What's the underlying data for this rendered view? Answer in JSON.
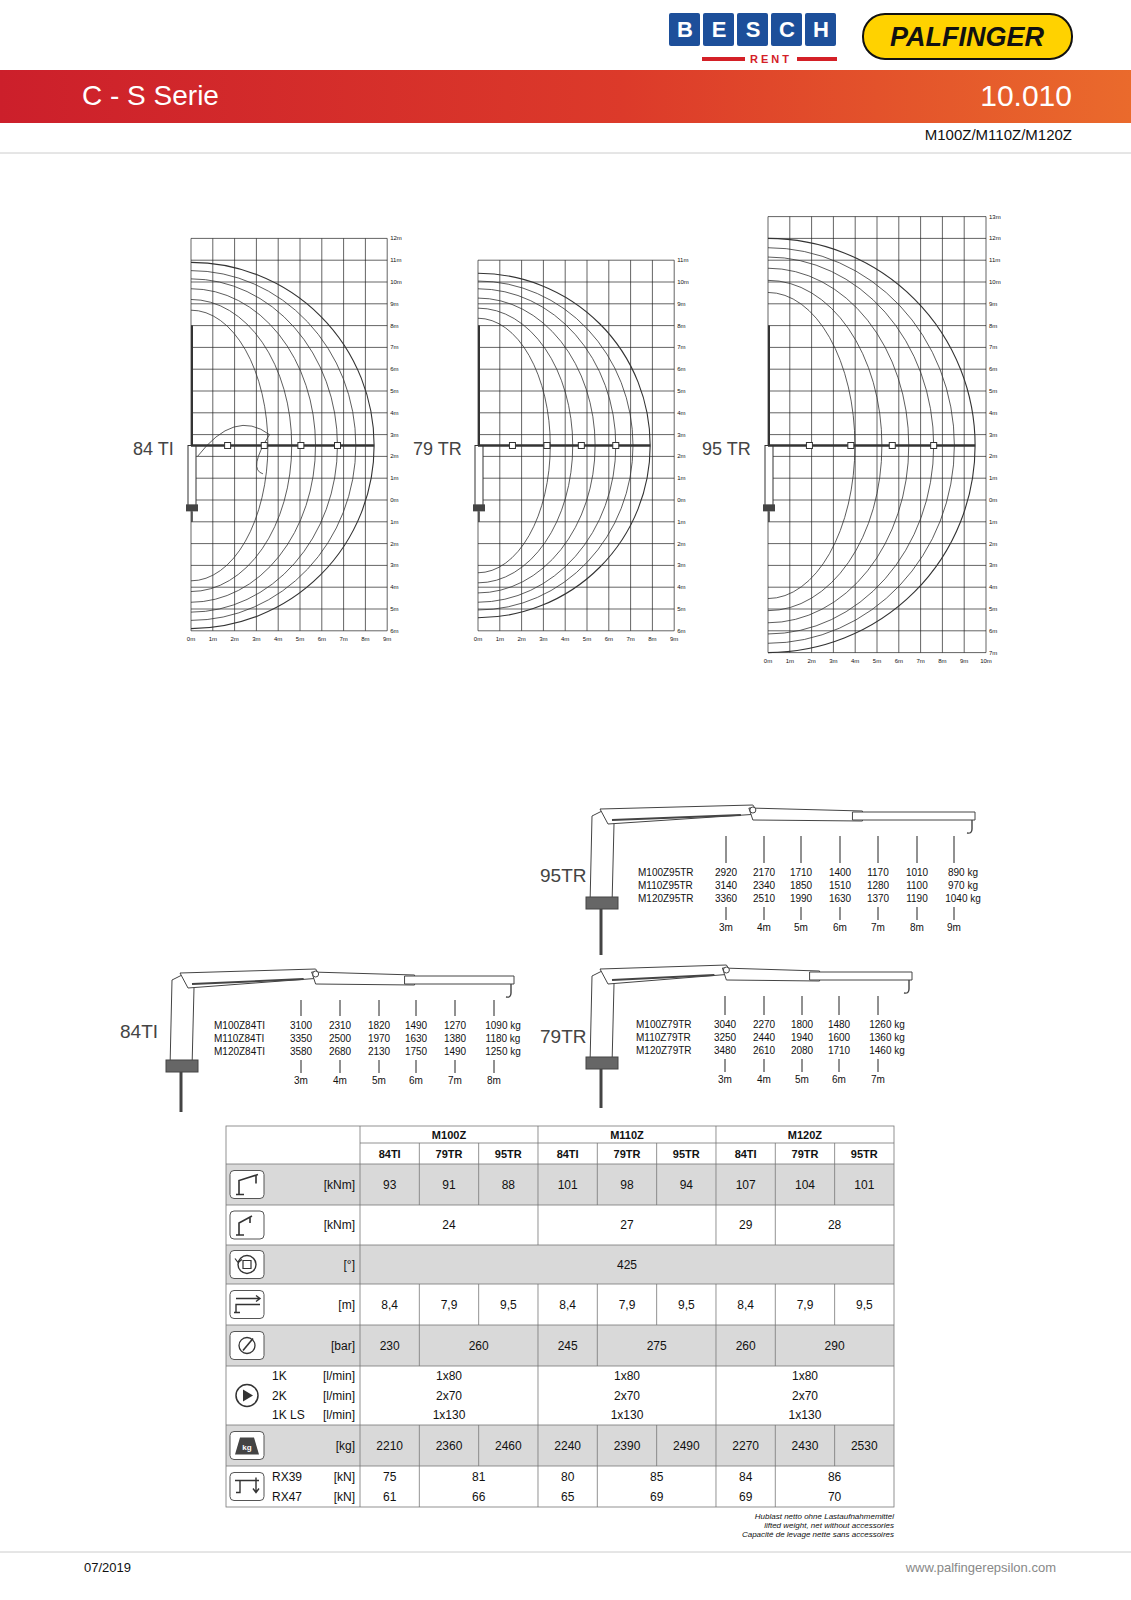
{
  "diagram": {
    "title": "C - S Serie",
    "labels": [
      "10.010",
      "M100Z/M110Z/M120Z",
      "B",
      "E",
      "S",
      "C",
      "H",
      "RENT",
      "PALFINGER",
      "84 TI",
      "79 TR",
      "95 TR",
      "12m",
      "11m",
      "10m",
      "9m",
      "8m",
      "7m",
      "6m",
      "5m",
      "4m",
      "3m",
      "2m",
      "1m",
      "0m",
      "1m",
      "2m",
      "3m",
      "4m",
      "5m",
      "6m",
      "0m",
      "1m",
      "2m",
      "3m",
      "4m",
      "5m",
      "6m",
      "7m",
      "8m",
      "9m",
      "11m",
      "10m",
      "9m",
      "8m",
      "7m",
      "6m",
      "5m",
      "4m",
      "3m",
      "2m",
      "1m",
      "0m",
      "1m",
      "2m",
      "3m",
      "4m",
      "5m",
      "6m",
      "0m",
      "1m",
      "2m",
      "3m",
      "4m",
      "5m",
      "6m",
      "7m",
      "8m",
      "9m",
      "13m",
      "12m",
      "11m",
      "10m",
      "9m",
      "8m",
      "7m",
      "6m",
      "5m",
      "4m",
      "3m",
      "2m",
      "1m",
      "0m",
      "1m",
      "2m",
      "3m",
      "4m",
      "5m",
      "6m",
      "7m",
      "0m",
      "1m",
      "2m",
      "3m",
      "4m",
      "5m",
      "6m",
      "7m",
      "8m",
      "9m",
      "10m",
      "95TR",
      "M100Z95TR",
      "2920",
      "2170",
      "1710",
      "1400",
      "1170",
      "1010",
      "890 kg",
      "M110Z95TR",
      "3140",
      "2340",
      "1850",
      "1510",
      "1280",
      "1100",
      "970 kg",
      "M120Z95TR",
      "3360",
      "2510",
      "1990",
      "1630",
      "1370",
      "1190",
      "1040 kg",
      "3m",
      "4m",
      "5m",
      "6m",
      "7m",
      "8m",
      "9m",
      "84TI",
      "M100Z84TI",
      "3100",
      "2310",
      "1820",
      "1490",
      "1270",
      "1090 kg",
      "M110Z84TI",
      "3350",
      "2500",
      "1970",
      "1630",
      "1380",
      "1180 kg",
      "M120Z84TI",
      "3580",
      "2680",
      "2130",
      "1750",
      "1490",
      "1250 kg",
      "3m",
      "4m",
      "5m",
      "6m",
      "7m",
      "8m",
      "79TR",
      "M100Z79TR",
      "3040",
      "2270",
      "1800",
      "1480",
      "1260 kg",
      "M110Z79TR",
      "3250",
      "2440",
      "1940",
      "1600",
      "1360 kg",
      "M120Z79TR",
      "3480",
      "2610",
      "2080",
      "1710",
      "1460 kg",
      "3m",
      "4m",
      "5m",
      "6m",
      "7m",
      "M100Z",
      "M110Z",
      "M120Z",
      "84TI",
      "79TR",
      "95TR",
      "84TI",
      "79TR",
      "95TR",
      "84TI",
      "79TR",
      "95TR",
      "[kNm]",
      "93",
      "91",
      "88",
      "101",
      "98",
      "94",
      "107",
      "104",
      "101",
      "[kNm]",
      "24",
      "27",
      "29",
      "28",
      "[°]",
      "425",
      "[m]",
      "8,4",
      "7,9",
      "9,5",
      "8,4",
      "7,9",
      "9,5",
      "8,4",
      "7,9",
      "9,5",
      "[bar]",
      "230",
      "260",
      "245",
      "275",
      "260",
      "290",
      "1K",
      "[l/min]",
      "1x80",
      "1x80",
      "1x80",
      "2K",
      "[l/min]",
      "2x70",
      "2x70",
      "2x70",
      "1K LS",
      "[l/min]",
      "1x130",
      "1x130",
      "1x130",
      "kg",
      "[kg]",
      "2210",
      "2360",
      "2460",
      "2240",
      "2390",
      "2490",
      "2270",
      "2430",
      "2530",
      "RX39",
      "[kN]",
      "75",
      "81",
      "80",
      "85",
      "84",
      "86",
      "RX47",
      "[kN]",
      "61",
      "66",
      "65",
      "69",
      "69",
      "70",
      "Hublast netto ohne Lastaufnahmemittel",
      "lifted weight, net without accessories",
      "Capacité de levage nette sans accessoires",
      "07/2019",
      "www.palfingerepsilon.com"
    ]
  }
}
